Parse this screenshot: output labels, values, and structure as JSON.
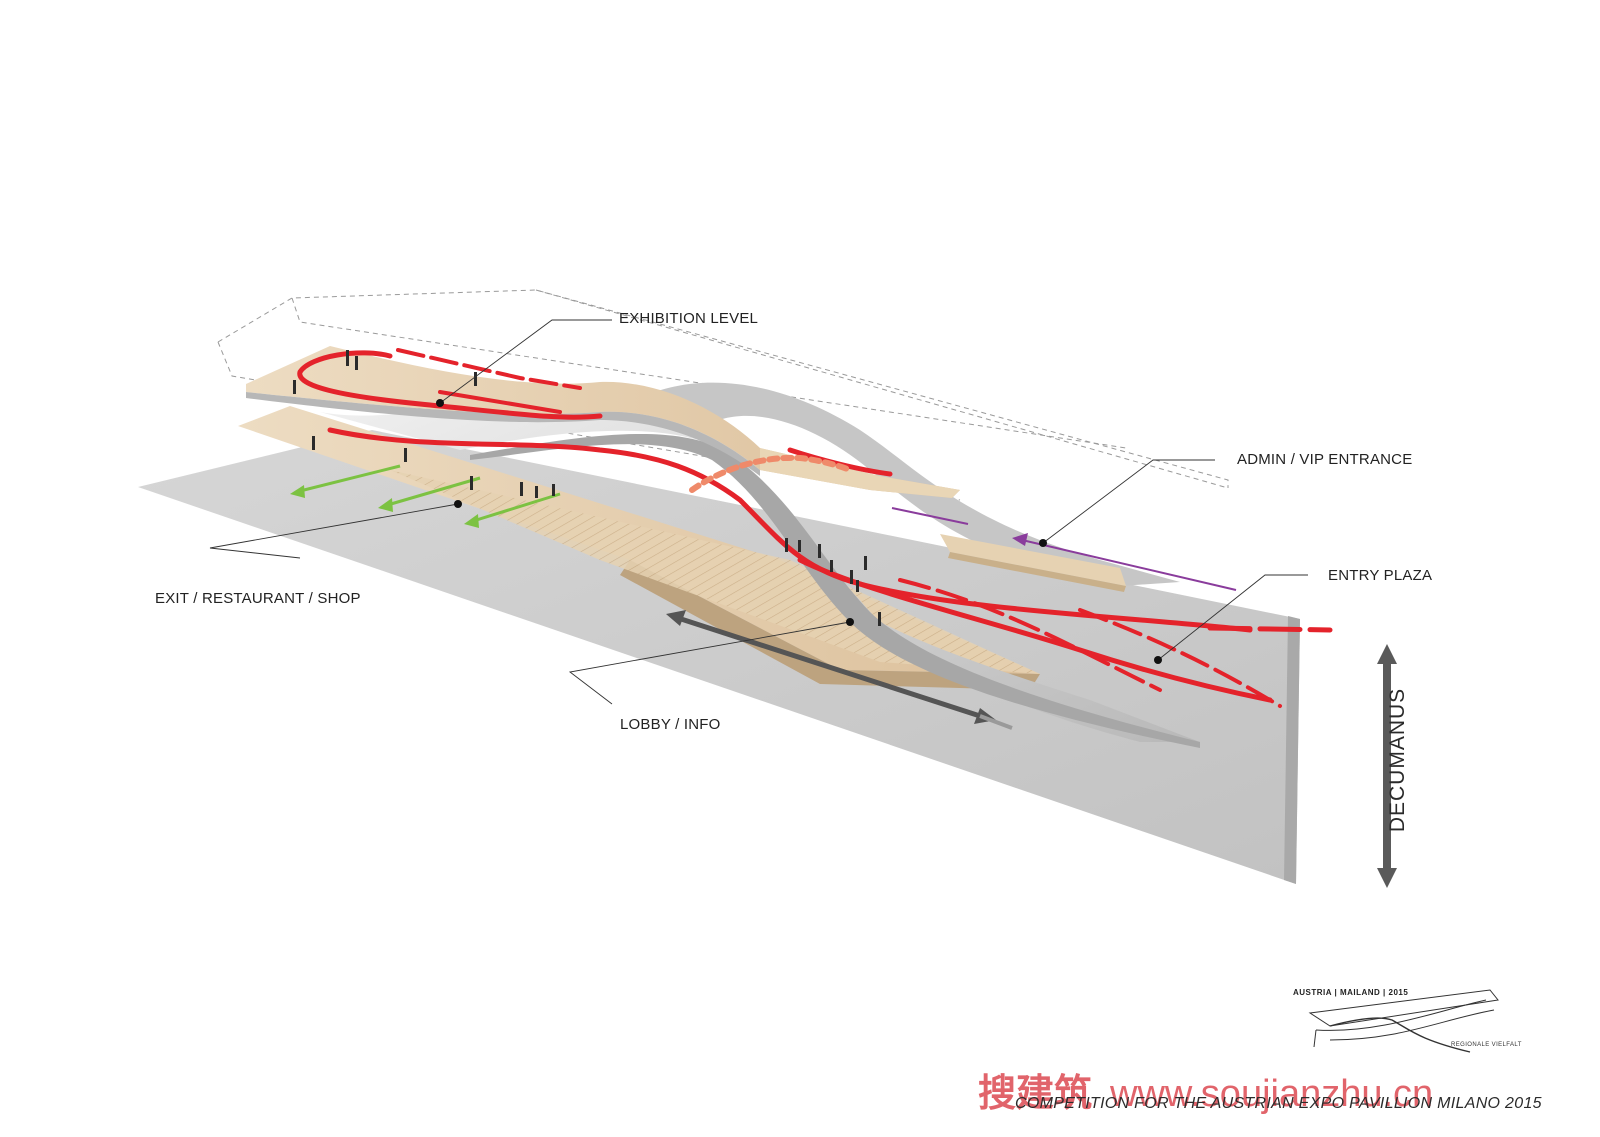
{
  "labels": {
    "exhibition_level": "EXHIBITION LEVEL",
    "admin_vip_entrance": "ADMIN / VIP ENTRANCE",
    "entry_plaza": "ENTRY PLAZA",
    "exit_restaurant_shop": "EXIT / RESTAURANT / SHOP",
    "lobby_info": "LOBBY / INFO",
    "decumanus": "DECUMANUS"
  },
  "logo": {
    "heading": "AUSTRIA | MAILAND | 2015",
    "subtitle": "REGIONALE VIELFALT"
  },
  "watermark": {
    "chinese": "搜建筑",
    "url": "www.soujianzhu.cn"
  },
  "caption": "COMPETITION FOR THE AUSTRIAN EXPO PAVILLION MILANO 2015",
  "colors": {
    "circulation_main": "#e4232b",
    "exit_flow": "#7cc242",
    "admin_flow": "#8a3c9c",
    "upper_route": "#ef8a6a",
    "ground": "#cfcfcf",
    "wood": "#e3ccaa",
    "concrete": "#d9d9d9",
    "watermark": "#d62832"
  }
}
